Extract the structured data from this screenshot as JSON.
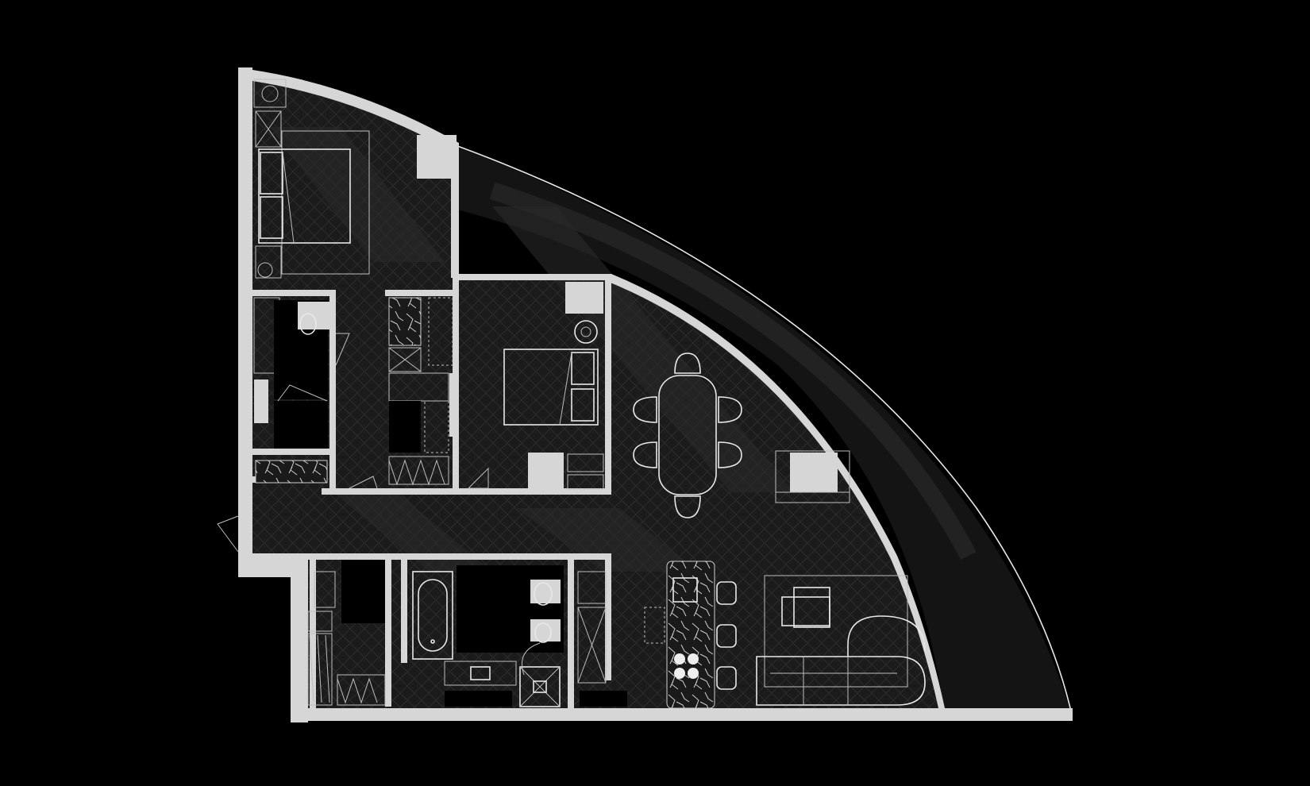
{
  "plan": {
    "kind": "apartment floor plan",
    "colors": {
      "background": "#000000",
      "wall": "#d6d6d6",
      "floor": "#1b1b1b",
      "shadow": "#2a2a2a",
      "line": "#e8e8e8"
    },
    "rooms": [
      "master-bedroom",
      "ensuite-bathroom",
      "walk-in-robe",
      "second-bedroom",
      "corridor",
      "laundry",
      "main-bathroom",
      "kitchen",
      "dining",
      "living",
      "terrace"
    ],
    "furniture": [
      "queen-bed",
      "double-bed",
      "dining-table-6-seat",
      "kitchen-island",
      "bar-stools-3",
      "sofa-l-shape",
      "armchair",
      "bathtub",
      "toilet",
      "vanity",
      "shower",
      "day-bed"
    ]
  }
}
